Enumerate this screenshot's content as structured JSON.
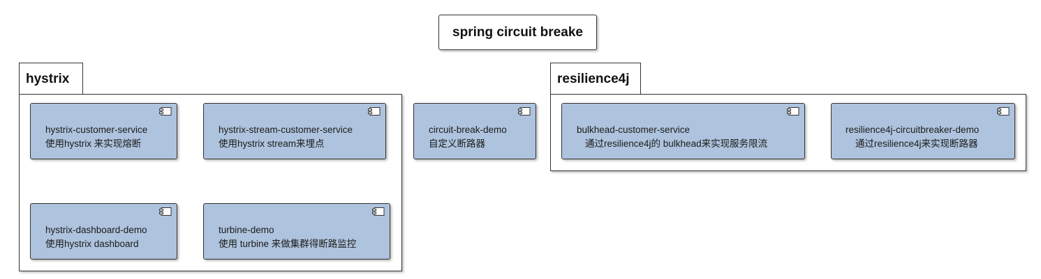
{
  "title": "spring circuit breake",
  "packages": [
    {
      "name": "hystrix",
      "components": [
        {
          "name": "hystrix-customer-service",
          "description": "使用hystrix 来实现熔断",
          "icon": "component-icon"
        },
        {
          "name": "hystrix-stream-customer-service",
          "description": "使用hystrix stream来埋点",
          "icon": "component-icon"
        },
        {
          "name": "hystrix-dashboard-demo",
          "description": "使用hystrix dashboard",
          "icon": "component-icon"
        },
        {
          "name": "turbine-demo",
          "description": "使用 turbine 来做集群得断路监控",
          "icon": "component-icon"
        }
      ]
    },
    {
      "name": "resilience4j",
      "components": [
        {
          "name": "bulkhead-customer-service",
          "description": "通过resilience4j的 bulkhead来实现服务限流",
          "icon": "component-icon"
        },
        {
          "name": "resilience4j-circuitbreaker-demo",
          "description": "通过resilience4j来实现断路器",
          "icon": "component-icon"
        }
      ]
    }
  ],
  "standalone": [
    {
      "name": "circuit-break-demo",
      "description": "自定义断路器",
      "icon": "component-icon"
    }
  ],
  "colors": {
    "component_fill": "#aec3dd",
    "border": "#333333",
    "background": "#ffffff"
  }
}
